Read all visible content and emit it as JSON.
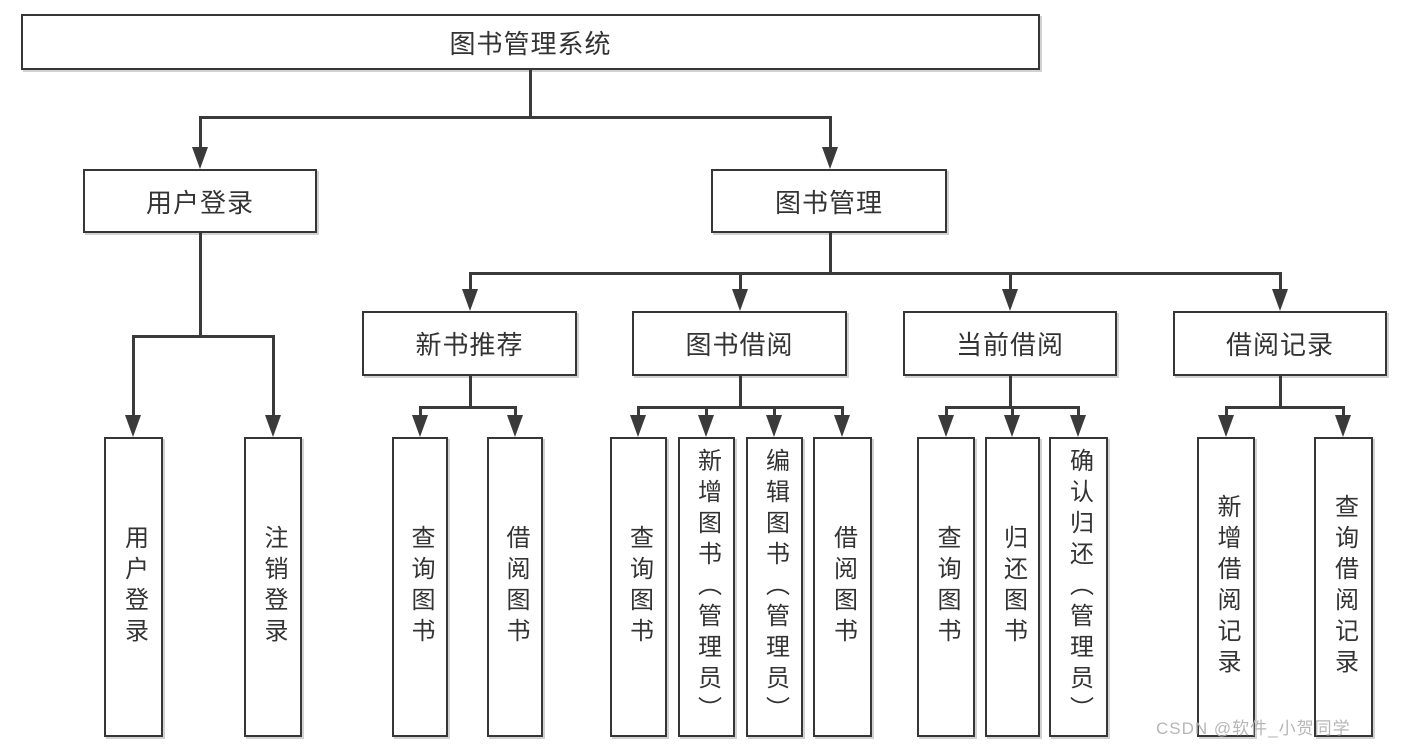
{
  "title": "图书管理系统",
  "watermark": "CSDN @软件_小贺同学",
  "colors": {
    "background": "#ffffff",
    "line": "#3a3a3a",
    "box_border": "#363636",
    "text": "#333333",
    "watermark": "#b2b2b2"
  },
  "tree": {
    "label": "图书管理系统",
    "children": [
      {
        "label": "用户登录",
        "children": [
          {
            "label": "用户登录"
          },
          {
            "label": "注销登录"
          }
        ]
      },
      {
        "label": "图书管理",
        "children": [
          {
            "label": "新书推荐",
            "children": [
              {
                "label": "查询图书"
              },
              {
                "label": "借阅图书"
              }
            ]
          },
          {
            "label": "图书借阅",
            "children": [
              {
                "label": "查询图书"
              },
              {
                "label": "新增图书（管理员）"
              },
              {
                "label": "编辑图书（管理员）"
              },
              {
                "label": "借阅图书"
              }
            ]
          },
          {
            "label": "当前借阅",
            "children": [
              {
                "label": "查询图书"
              },
              {
                "label": "归还图书"
              },
              {
                "label": "确认归还（管理员）"
              }
            ]
          },
          {
            "label": "借阅记录",
            "children": [
              {
                "label": "新增借阅记录"
              },
              {
                "label": "查询借阅记录"
              }
            ]
          }
        ]
      }
    ]
  }
}
